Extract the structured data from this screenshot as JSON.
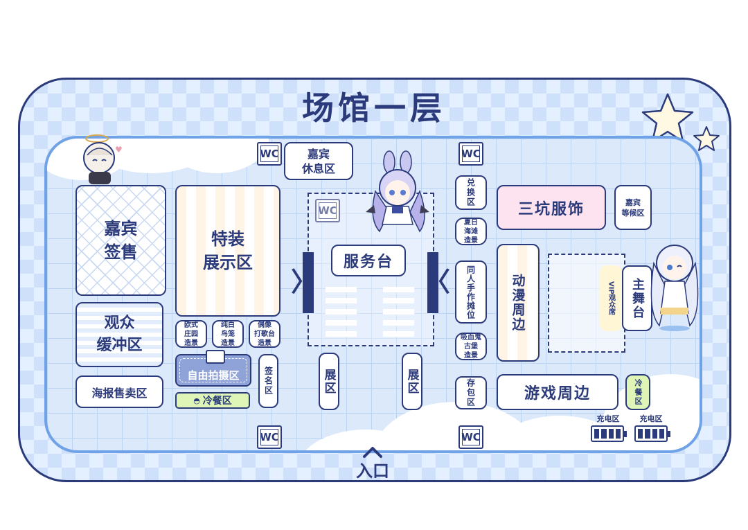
{
  "title": "场馆一层",
  "entrance": "入口",
  "wc_label": "WC",
  "areas": {
    "guest_lounge": "嘉宾\n休息区",
    "guest_sale": "嘉宾\n签售",
    "special_display": "特装\n展示区",
    "audience_buffer": "观众\n缓冲区",
    "poster_sale": "海报售卖区",
    "euro_manor": "欧式\n庄园\n造景",
    "pure_white": "纯白\n鸟笼\n造景",
    "idol_stage": "偶像\n打歌台\n造景",
    "free_photo": "自由拍摄区",
    "cold_food_left": "冷餐区",
    "signing": "签名区",
    "exhibit_left": "展区",
    "exhibit_right": "展区",
    "service_desk": "服务台",
    "exchange": "兑换区",
    "summer_sea": "夏日\n海滩\n造景",
    "doujin": "同人手作摊位",
    "vampire": "吸血鬼\n古堡\n造景",
    "locker": "存包区",
    "sankeng": "三坑服饰",
    "guest_wait": "嘉宾\n等候区",
    "anime": "动漫周边",
    "vip_seats": "VIP观众席",
    "main_stage": "主舞台",
    "game": "游戏周边",
    "cold_food_right": "冷餐区"
  },
  "charging": [
    "充电区",
    "充电区"
  ],
  "colors": {
    "navy": "#2b3a7a",
    "pink_fill": "#fde3ef",
    "green_fill": "#dff5b8",
    "cream_fill": "#fff6d6",
    "light_blue": "#dbe9fb"
  }
}
